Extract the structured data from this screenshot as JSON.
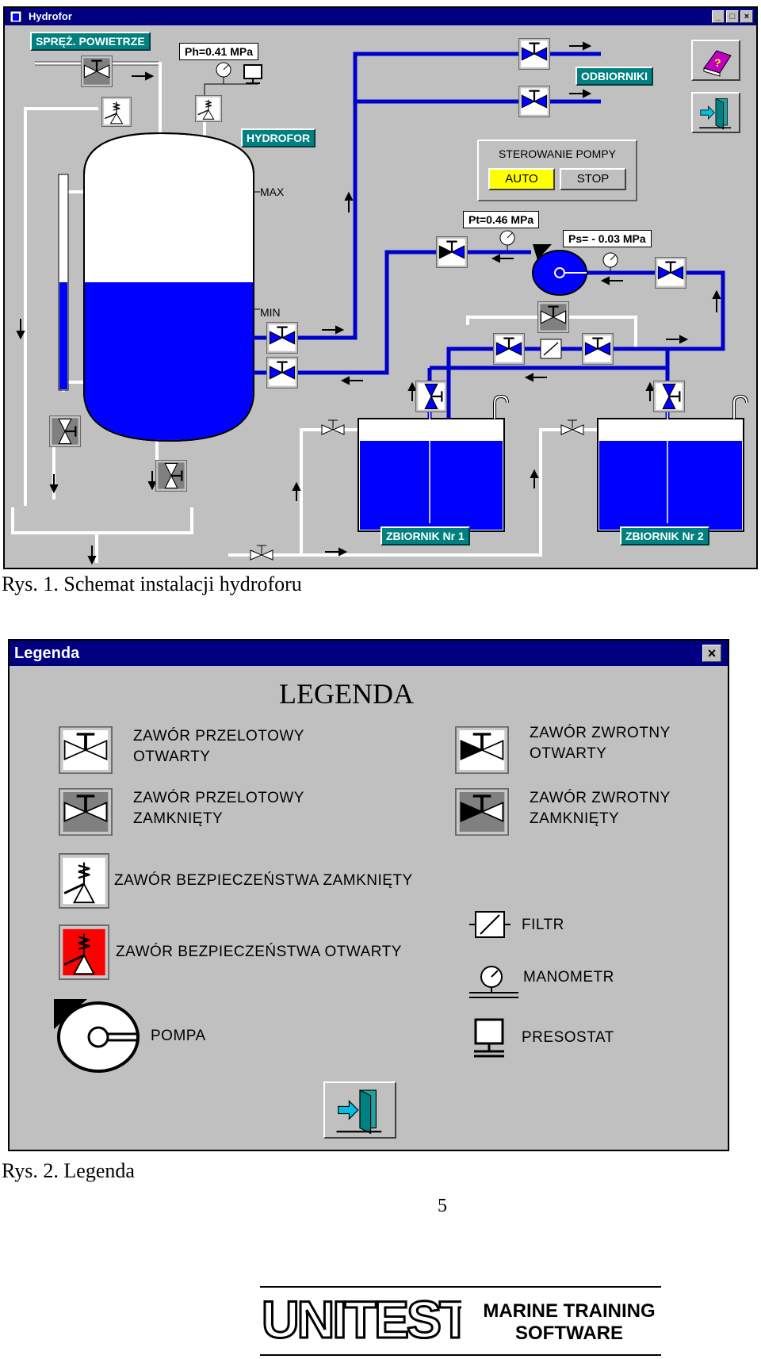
{
  "hydrofor_window": {
    "title": "Hydrofor",
    "minimize": "_",
    "maximize": "□",
    "close": "×",
    "label_air": "SPRĘŻ. POWIETRZE",
    "label_ph": "Ph=0.41 MPa",
    "label_hydrofor": "HYDROFOR",
    "label_odbiorniki": "ODBIORNIKI",
    "label_max": "MAX",
    "label_min": "MIN",
    "pump_control_title": "STEROWANIE POMPY",
    "btn_auto": "AUTO",
    "btn_stop": "STOP",
    "label_pt": "Pt=0.46 MPa",
    "label_ps": "Ps= - 0.03 MPa",
    "label_tank1": "ZBIORNIK Nr 1",
    "label_tank2": "ZBIORNIK Nr 2",
    "help_icon": "book-help-icon",
    "exit_icon": "exit-door-icon"
  },
  "caption1": "Rys. 1.  Schemat instalacji hydroforu",
  "legend_window": {
    "title": "Legenda",
    "close": "×",
    "heading": "LEGENDA",
    "items": [
      {
        "line1": "ZAWÓR PRZELOTOWY",
        "line2": "OTWARTY"
      },
      {
        "line1": "ZAWÓR PRZELOTOWY",
        "line2": "ZAMKNIĘTY"
      },
      {
        "line1": "ZAWÓR ZWROTNY",
        "line2": "OTWARTY"
      },
      {
        "line1": "ZAWÓR ZWROTNY",
        "line2": "ZAMKNIĘTY"
      },
      {
        "line1": "ZAWÓR BEZPIECZEŃSTWA ZAMKNIĘTY"
      },
      {
        "line1": "ZAWÓR BEZPIECZEŃSTWA OTWARTY"
      },
      {
        "line1": "POMPA"
      },
      {
        "line1": "FILTR"
      },
      {
        "line1": "MANOMETR"
      },
      {
        "line1": "PRESOSTAT"
      }
    ]
  },
  "caption2": "Rys. 2. Legenda",
  "page_number": "5",
  "footer": {
    "logo": "UNITEST",
    "line1": "MARINE TRAINING",
    "line2": "SOFTWARE"
  },
  "colors": {
    "water": "#0000ff",
    "pipe": "#0000cc",
    "window_bg": "#c0c0c0",
    "titlebar": "#000080",
    "label_teal": "#008080",
    "auto_yellow": "#ffff00",
    "safety_open_red": "#ff0000"
  }
}
